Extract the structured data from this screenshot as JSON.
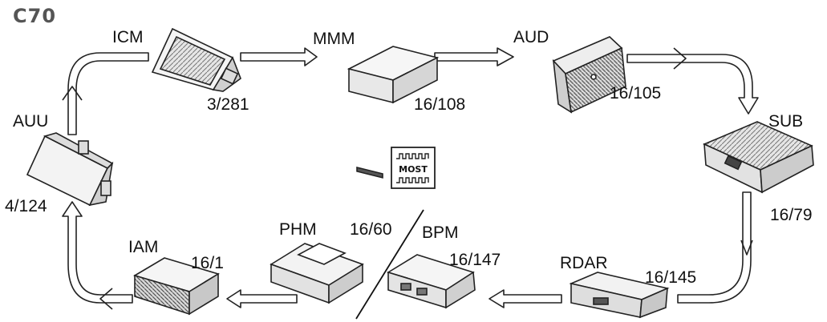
{
  "figure_label": "C70",
  "bus_symbol_text": "MOST",
  "modules": [
    {
      "id": "icm",
      "name": "ICM",
      "code": "3/281"
    },
    {
      "id": "mmm",
      "name": "MMM",
      "code": "16/108"
    },
    {
      "id": "aud",
      "name": "AUD",
      "code": "16/105"
    },
    {
      "id": "sub",
      "name": "SUB",
      "code": "16/79"
    },
    {
      "id": "rdar",
      "name": "RDAR",
      "code": "16/145"
    },
    {
      "id": "bpm",
      "name": "BPM",
      "code": "16/147"
    },
    {
      "id": "phm",
      "name": "PHM",
      "code": "16/60"
    },
    {
      "id": "iam",
      "name": "IAM",
      "code": "16/1"
    },
    {
      "id": "auu",
      "name": "AUU",
      "code": "4/124"
    }
  ]
}
